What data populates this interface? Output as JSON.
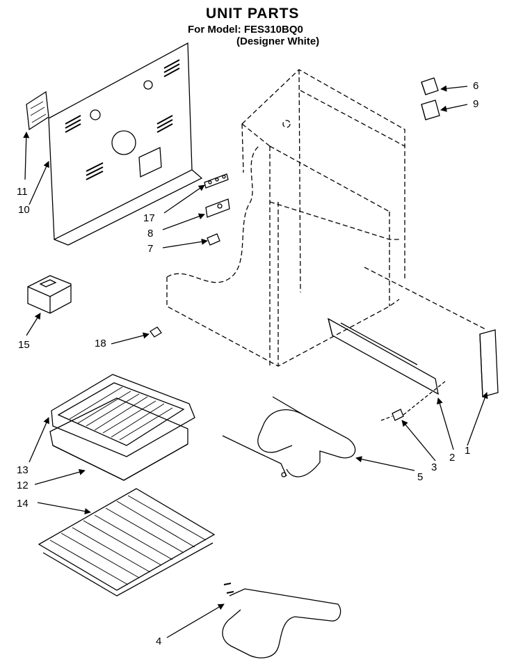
{
  "header": {
    "title": "UNIT PARTS",
    "model_line": "For Model: FES310BQ0",
    "color_line": "(Designer White)"
  },
  "callouts": [
    "11",
    "10",
    "17",
    "8",
    "7",
    "15",
    "18",
    "13",
    "12",
    "14",
    "4",
    "6",
    "9",
    "1",
    "2",
    "3",
    "5"
  ],
  "colors": {
    "ink": "#000000",
    "paper": "#ffffff"
  }
}
